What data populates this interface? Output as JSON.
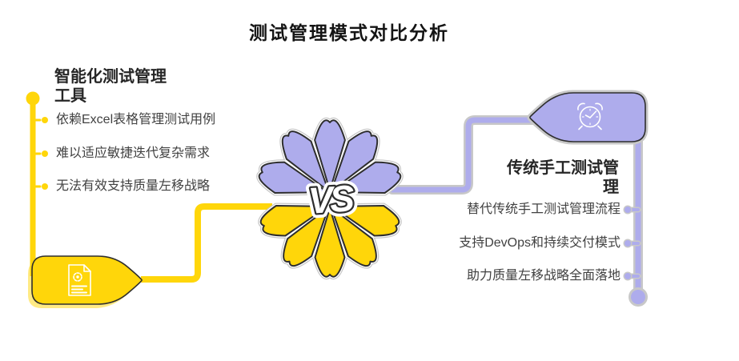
{
  "title": "测试管理模式对比分析",
  "vs_label": "VS",
  "colors": {
    "yellow": "#FFD60A",
    "purple": "#AEACEC",
    "outline": "#2E2E2E",
    "halo_gray": "#C8C8C8",
    "title_text": "#141414",
    "heading_text": "#262626",
    "item_text": "#414141"
  },
  "left_panel": {
    "heading_line1": "智能化测试管理",
    "heading_line2": "工具",
    "items": [
      "依赖Excel表格管理测试用例",
      "难以适应敏捷迭代复杂需求",
      "无法有效支持质量左移战略"
    ],
    "badge_icon": "document-gear-icon"
  },
  "right_panel": {
    "heading_line1": "传统手工测试管",
    "heading_line2": "理",
    "items": [
      "替代传统手工测试管理流程",
      "支持DevOps和持续交付模式",
      "助力质量左移战略全面落地"
    ],
    "badge_icon": "alarm-clock-icon"
  }
}
